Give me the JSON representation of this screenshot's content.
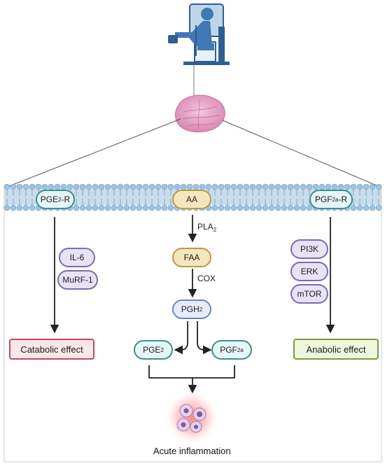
{
  "receptors": {
    "pge2_r": {
      "base": "PGE",
      "sub": "2",
      "suffix": "-R"
    },
    "pgf2a_r": {
      "base": "PGF",
      "sub": "2a",
      "suffix": "-R"
    }
  },
  "pathway": {
    "aa": "AA",
    "pla2": {
      "base": "PLA",
      "sub": "2"
    },
    "faa": "FAA",
    "cox": "COX",
    "pgh2": {
      "base": "PGH",
      "sub": "2"
    },
    "pge2": {
      "base": "PGE",
      "sub": "2"
    },
    "pgf2a": {
      "base": "PGF",
      "sub": "2a"
    }
  },
  "catabolic": {
    "mediators": [
      "IL-6",
      "MuRF-1"
    ],
    "effect": "Catabolic effect"
  },
  "anabolic": {
    "mediators": [
      "PI3K",
      "ERK",
      "mTOR"
    ],
    "effect": "Anabolic effect"
  },
  "outcome": "Acute inflammation",
  "colors": {
    "membrane_head": "#9fc4df",
    "membrane_edge": "#5f95c2",
    "membrane_tail": "#c9dcec",
    "arrow": "#222222",
    "tissue": "#e7a3c4",
    "inflammation": "#ff5a5a"
  },
  "icons": [
    "leg-extension-exerciser-icon",
    "muscle-tissue-icon",
    "immune-cells-icon"
  ]
}
